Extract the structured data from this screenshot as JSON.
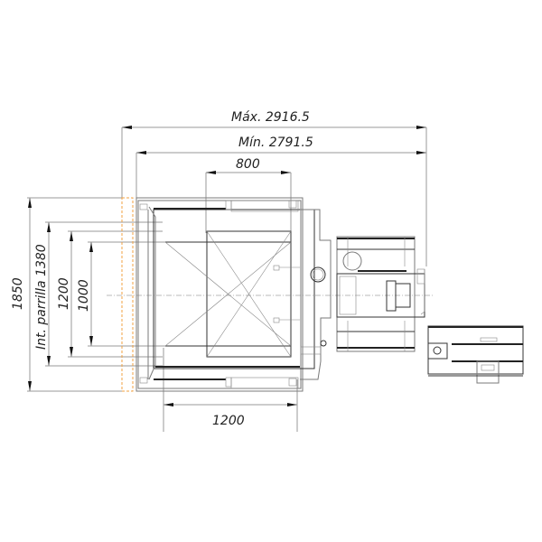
{
  "dimensions": {
    "max_width": "Máx.  2916.5",
    "min_width": "Mín.  2791.5",
    "top_800": "800",
    "bottom_1200": "1200",
    "height_1850": "1850",
    "grill_interior": "Int.  parrilla  1380",
    "height_1200": "1200",
    "height_1000": "1000"
  }
}
